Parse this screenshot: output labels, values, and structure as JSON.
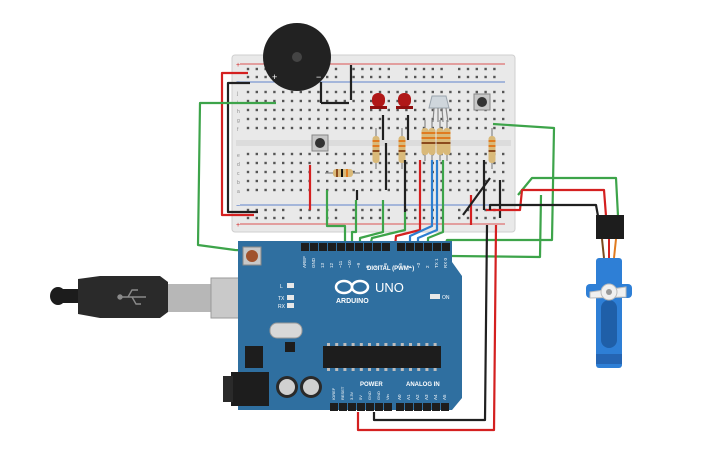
{
  "breadboard": {
    "row_letters_top": [
      "j",
      "i",
      "h",
      "g",
      "f"
    ],
    "row_letters_bottom": [
      "e",
      "d",
      "c",
      "b",
      "a"
    ],
    "rail_plus": "+",
    "rail_minus": "−"
  },
  "buzzer": {
    "plus": "+",
    "minus": "−"
  },
  "arduino": {
    "brand": "ARDUINO",
    "model": "UNO",
    "digital_label": "DIGITAL (PWM~)",
    "power_label": "POWER",
    "analog_label": "ANALOG IN",
    "led_L": "L",
    "led_TX": "TX",
    "led_RX": "RX",
    "on_label": "ON",
    "power_pins": [
      "IOREF",
      "RESET",
      "3.3V",
      "5V",
      "GND",
      "GND",
      "Vin"
    ],
    "analog_pins": [
      "A0",
      "A1",
      "A2",
      "A3",
      "A4",
      "A5"
    ],
    "digital_pins": [
      "AREF",
      "GND",
      "13",
      "12",
      "~11",
      "~10",
      "~9",
      "8",
      "7",
      "~6",
      "~5",
      "4",
      "~3",
      "2",
      "TX 1",
      "RX 0"
    ]
  },
  "colors": {
    "board": "#2f6fa0",
    "breadboard": "#e9e9e9",
    "wire_red": "#d42020",
    "wire_black": "#202020",
    "wire_green": "#3da44a",
    "wire_blue": "#2d7fd0",
    "wire_orange": "#e07b20",
    "servo": "#2e7fd6"
  }
}
